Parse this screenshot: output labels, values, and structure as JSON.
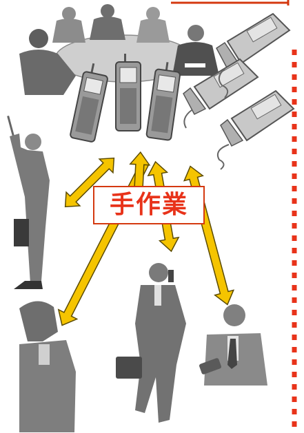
{
  "label": {
    "text": "手作業"
  },
  "colors": {
    "arrow": "#f5c400",
    "arrow_outline": "#5a4a00",
    "label_text": "#e8331a",
    "frame": "#d4380f",
    "clipart": "#7d7d7d"
  },
  "icons": [
    "meeting-people",
    "mobile-phone",
    "desk-phone",
    "businessman-phone",
    "coiled-cord"
  ]
}
